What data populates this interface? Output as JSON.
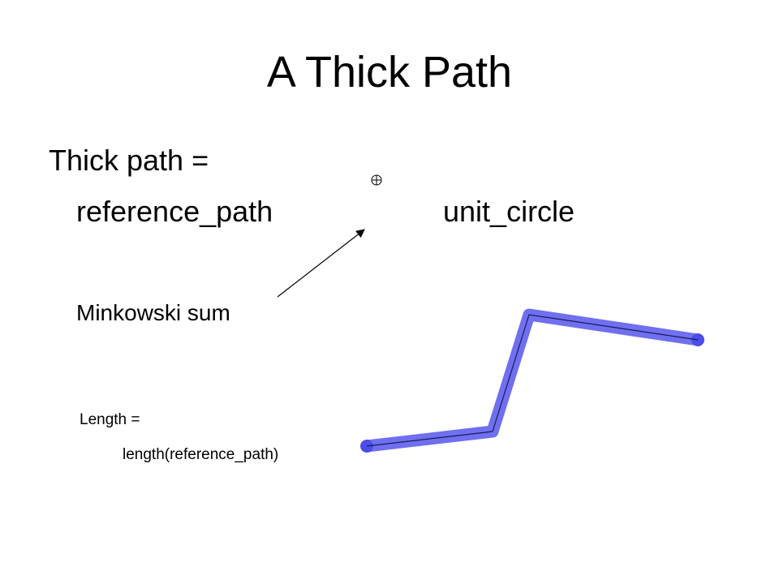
{
  "title": "A Thick Path",
  "equation": {
    "line1": "Thick path =",
    "left_operand": "reference_path",
    "right_operand": "unit_circle",
    "operator_icon": "circled-plus-icon"
  },
  "annotation": {
    "operator_name": "Minkowski sum",
    "length_label": "Length =",
    "length_formula": "length(reference_path)"
  },
  "colors": {
    "text": "#000000",
    "thick_path": "#6f6ff0",
    "path_end_dots": "#4c4ce8",
    "reference_line": "#1a1a5a"
  }
}
